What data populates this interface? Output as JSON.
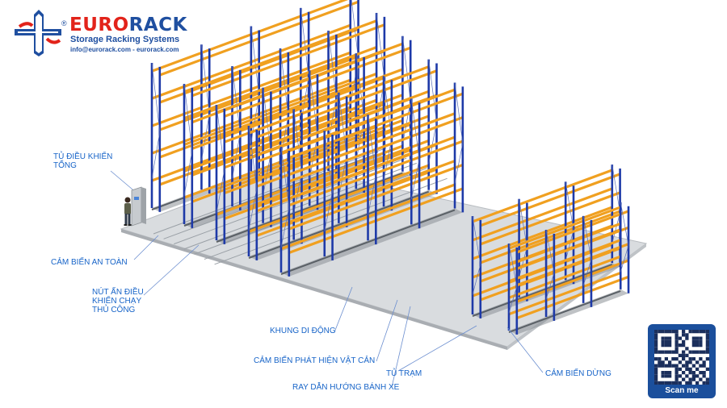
{
  "brand": {
    "name_part1": "EURO",
    "name_part2": "RACK",
    "registered": "®",
    "tagline": "Storage Racking Systems",
    "contact": "info@eurorack.com - eurorack.com",
    "colors": {
      "red": "#e2231a",
      "blue": "#1f4fa0"
    }
  },
  "labels": {
    "control_cabinet": [
      "TỦ ĐIỀU KHIỂN",
      "TỔNG"
    ],
    "safety_sensor": "CẢM BIẾN AN TOÀN",
    "manual_button": [
      "NÚT ẤN ĐIỀU",
      "KHIỂN CHẠY",
      "THỦ CÔNG"
    ],
    "mobile_frame": "KHUNG DI ĐỘNG",
    "obstacle_sensor": "CẢM BIẾN PHÁT HIỆN VẬT CẢN",
    "station_cabinet": "TỦ TRẠM",
    "guide_rail": "RAY DẪN HƯỚNG BÁNH XE",
    "stop_sensor": "CẢM BIẾN DỪNG"
  },
  "qr": {
    "caption": "Scan me"
  },
  "colors": {
    "upright": "#1e3aa8",
    "beam": "#f0a020",
    "floor": "#d9dcdf",
    "base": "#8a9096",
    "label": "#1764c8"
  }
}
